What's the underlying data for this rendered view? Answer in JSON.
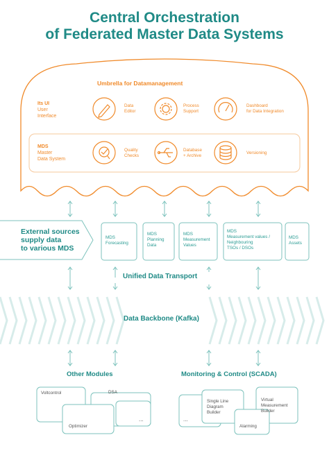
{
  "title_line1": "Central Orchestration",
  "title_line2": "of Federated Master Data Systems",
  "umbrella": {
    "heading": "Umbrella for Datamanagement",
    "ui_label": "Its UI",
    "ui_sub1": "User",
    "ui_sub2": "Interface",
    "ui_items": [
      {
        "icon": "pencil-icon",
        "l1": "Data",
        "l2": "Editor"
      },
      {
        "icon": "gear-icon",
        "l1": "Process",
        "l2": "Support"
      },
      {
        "icon": "gauge-icon",
        "l1": "Dashboard",
        "l2": "for Data Integration"
      }
    ],
    "mds_label": "MDS",
    "mds_sub1": "Master",
    "mds_sub2": "Data System",
    "mds_items": [
      {
        "icon": "quality-check-icon",
        "l1": "Quality",
        "l2": "Checks"
      },
      {
        "icon": "usb-icon",
        "l1": "Database",
        "l2": "+ Archive"
      },
      {
        "icon": "database-icon",
        "l1": "Versioning",
        "l2": ""
      }
    ]
  },
  "external": {
    "l1": "External sources",
    "l2": "supply data",
    "l3": "to various MDS"
  },
  "mds_boxes": [
    {
      "lines": [
        "MDS",
        "Forecasting"
      ]
    },
    {
      "lines": [
        "MDS",
        "Planning",
        "Data"
      ]
    },
    {
      "lines": [
        "MDS",
        "Measurement",
        "Values"
      ]
    },
    {
      "lines": [
        "MDS",
        "Measurement values /",
        "Neighbouring",
        "TSOs / DSOs"
      ]
    },
    {
      "lines": [
        "MDS",
        "Assets"
      ]
    }
  ],
  "transport_label": "Unified Data Transport",
  "backbone_label": "Data Backbone (Kafka)",
  "other_modules": {
    "heading": "Other Modules",
    "items": [
      "Voltcontrol",
      "DSA",
      "Optimizer",
      "..."
    ]
  },
  "scada": {
    "heading": "Monitoring & Control (SCADA)",
    "items": [
      "Single Line",
      "Diagram",
      "Builder",
      "Virtual",
      "Measurement",
      "Builder",
      "Alarming",
      "..."
    ]
  }
}
